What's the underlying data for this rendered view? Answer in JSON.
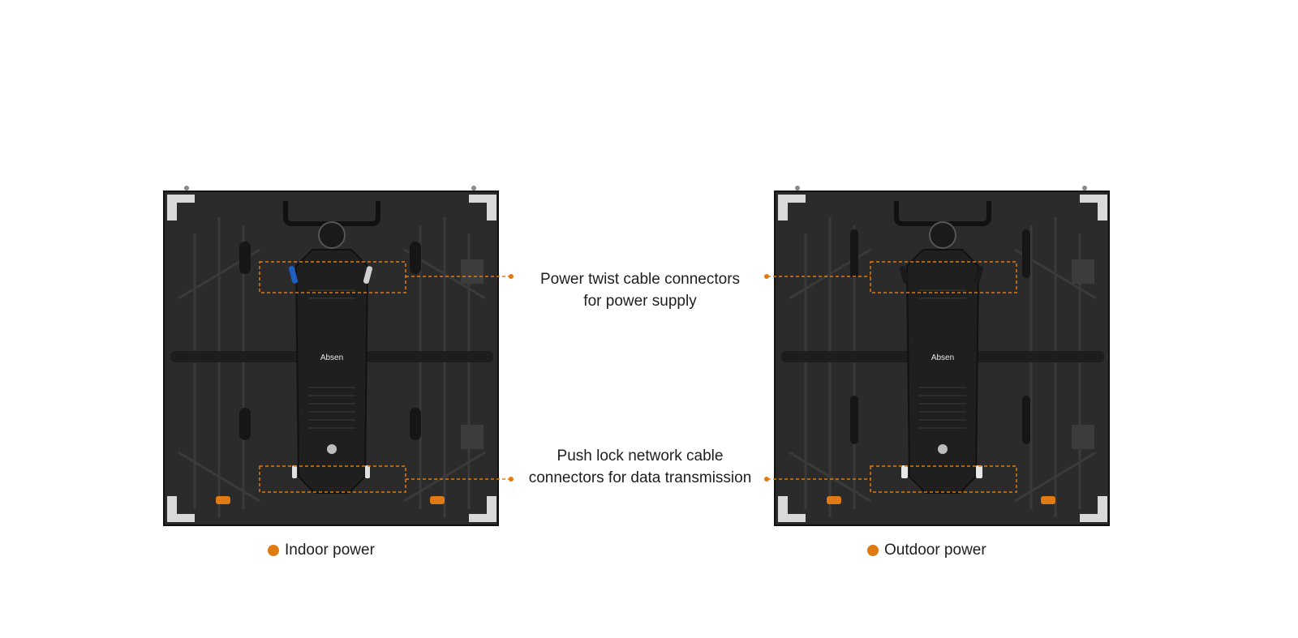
{
  "callouts": {
    "power_line1": "Power twist cable connectors",
    "power_line2": "for power supply",
    "network_line1": "Push lock network cable",
    "network_line2": "connectors for data transmission"
  },
  "captions": {
    "left": "Indoor power",
    "right": "Outdoor power"
  },
  "brand": {
    "logo_text": "Absen"
  },
  "colors": {
    "accent": "#e07b14",
    "cabinet_body": "#2b2b2b",
    "cabinet_detail": "#3a3a3a",
    "corner_plate": "#d9d9d9",
    "power_blue": "#1f5fbf",
    "power_white": "#cfcfcf",
    "text": "#1e1e1e"
  }
}
